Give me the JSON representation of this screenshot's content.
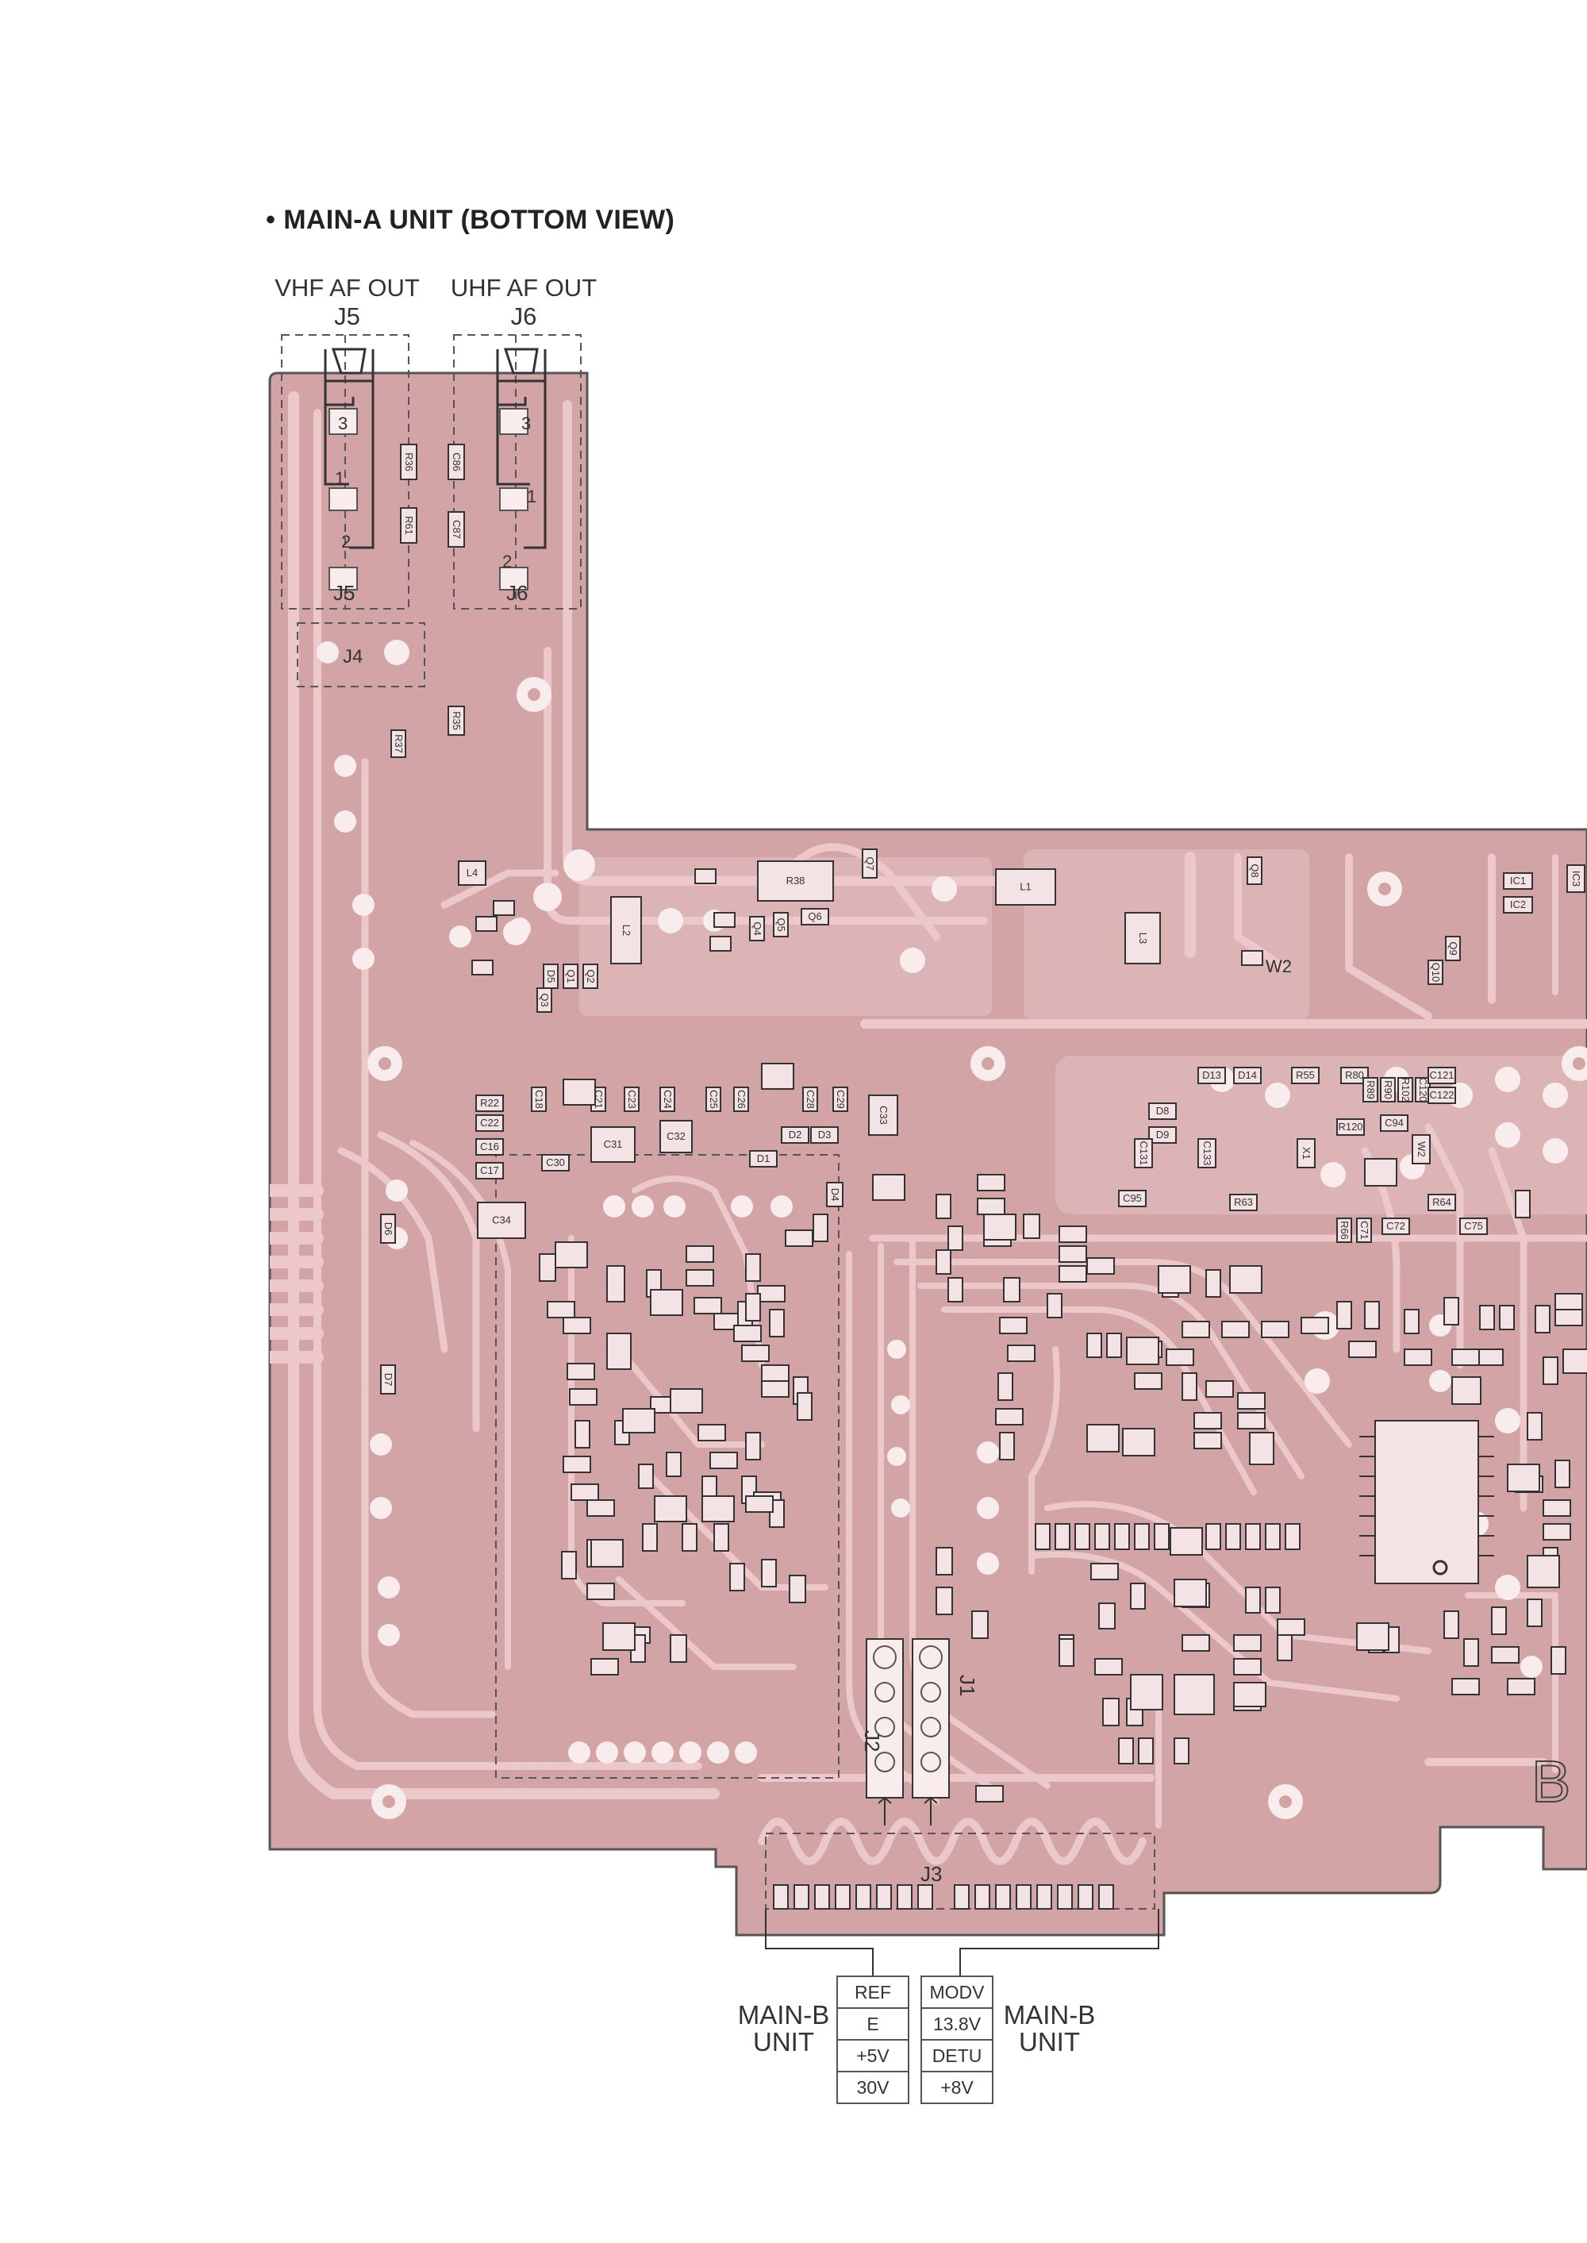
{
  "title": "MAIN-A UNIT (BOTTOM VIEW)",
  "connectors": {
    "vhf": {
      "line1": "VHF AF OUT",
      "line2": "J5"
    },
    "uhf": {
      "line1": "UHF AF OUT",
      "line2": "J6"
    },
    "j4": "J4",
    "j3": "J3",
    "j2": "J2",
    "j1": "J1",
    "w2": "W2",
    "edge": "B",
    "j5_pins": [
      "3",
      "1",
      "2"
    ],
    "j6_pins": [
      "3",
      "1",
      "2"
    ]
  },
  "main_b_left": {
    "line1": "MAIN-B",
    "line2": "UNIT"
  },
  "main_b_right": {
    "line1": "MAIN-B",
    "line2": "UNIT"
  },
  "pin_table_left": [
    "REF",
    "E",
    "+5V",
    "30V"
  ],
  "pin_table_right": [
    "MODV",
    "13.8V",
    "DETU",
    "+8V"
  ],
  "components": [
    "R36",
    "R61",
    "C86",
    "C87",
    "R35",
    "R37",
    "R38",
    "L1",
    "L2",
    "L3",
    "L4",
    "D5",
    "Q1",
    "Q2",
    "Q3",
    "Q4",
    "Q5",
    "Q6",
    "Q7",
    "Q8",
    "Q9",
    "Q10",
    "IC1",
    "IC2",
    "IC3",
    "R22",
    "C22",
    "C16",
    "C17",
    "C18",
    "C21",
    "C23",
    "C24",
    "C25",
    "C26",
    "C28",
    "C29",
    "C30",
    "C31",
    "C32",
    "C33",
    "C34",
    "D1",
    "D2",
    "D3",
    "D4",
    "D6",
    "D7",
    "D8",
    "D9",
    "D13",
    "D14",
    "R55",
    "R80",
    "R89",
    "R90",
    "R102",
    "C120",
    "C121",
    "C122",
    "C131",
    "C133",
    "X1",
    "W2",
    "R120",
    "C94",
    "C95",
    "R63",
    "R64",
    "R66",
    "C71",
    "C72",
    "C75"
  ],
  "colors": {
    "board": "#d2a4a5",
    "trace": "#ecc8ca",
    "pad": "#f8eced",
    "silk": "#3a3a3a"
  }
}
